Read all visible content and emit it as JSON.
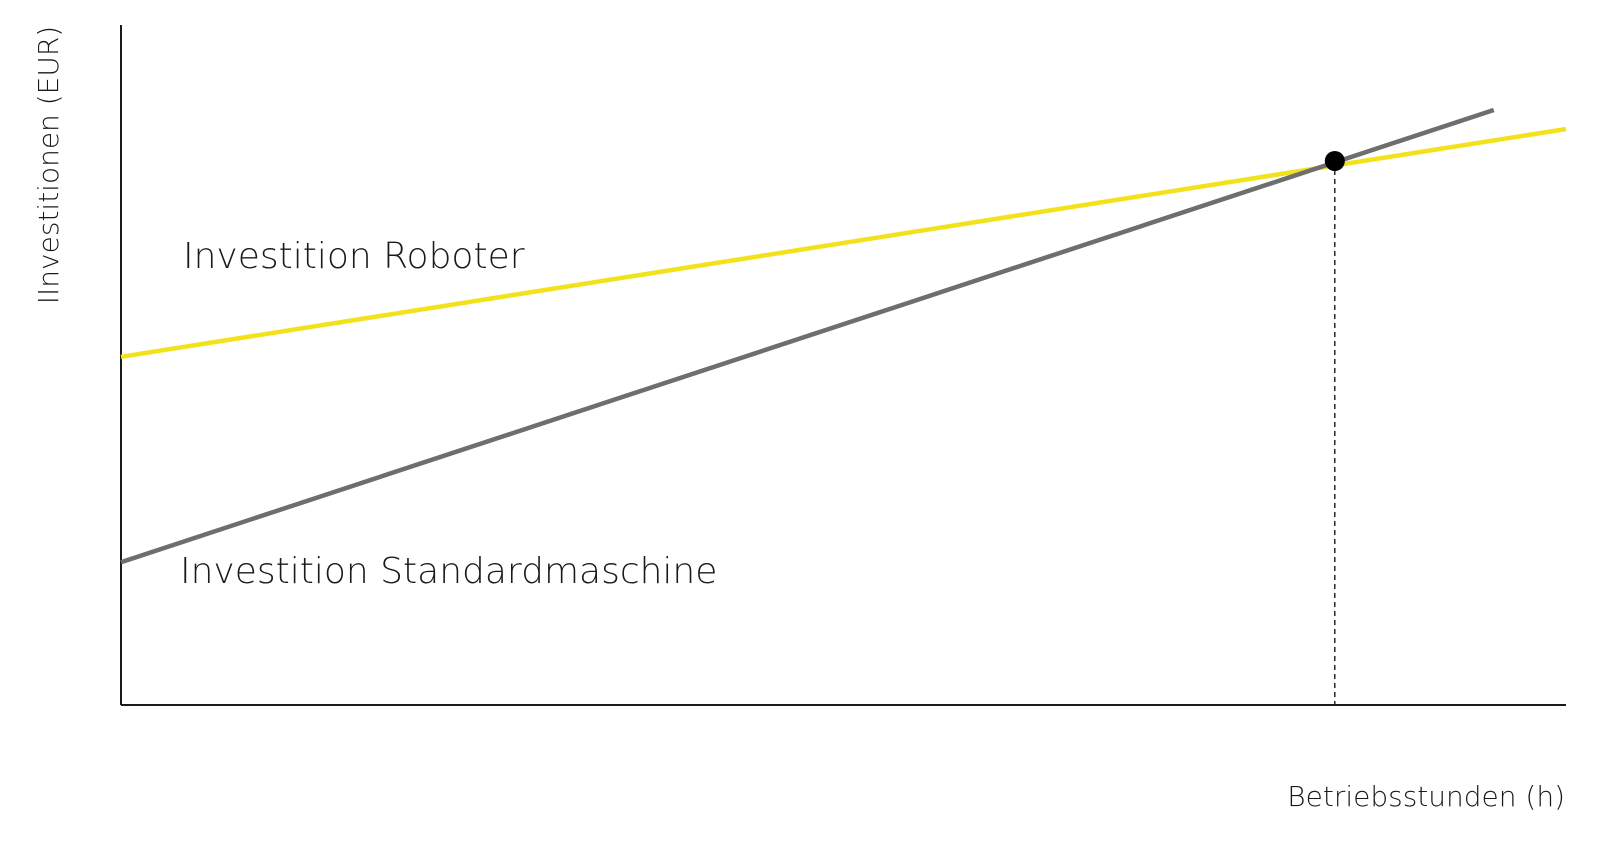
{
  "chart_data": {
    "type": "line",
    "title": "",
    "xlabel": "Betriebsstunden (h)",
    "ylabel": "IInvestitionen (EUR)",
    "xlim": [
      0,
      100
    ],
    "ylim": [
      0,
      100
    ],
    "grid": false,
    "series": [
      {
        "name": "Investition Roboter",
        "color": "#f2e21c",
        "x": [
          0,
          100
        ],
        "y": [
          51.2,
          84.7
        ]
      },
      {
        "name": "Investition Standardmaschine",
        "color": "#6e6e6e",
        "x": [
          0,
          95
        ],
        "y": [
          21.0,
          87.5
        ]
      }
    ],
    "break_even": {
      "x": 84,
      "y": 80,
      "marker_color": "#000000"
    }
  }
}
